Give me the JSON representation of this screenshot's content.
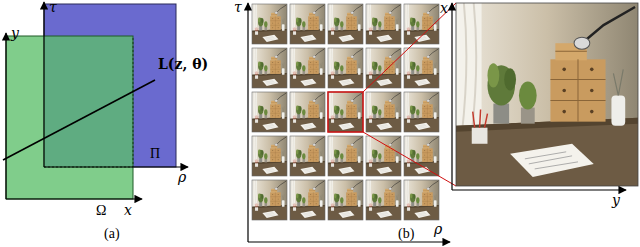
{
  "diagram": {
    "labels": [
      "y",
      "τ",
      "L(z, θ)",
      "Π",
      "ρ",
      "Ω",
      "x",
      "(a)",
      "τ",
      "ρ",
      "x",
      "y",
      "(b)"
    ]
  }
}
